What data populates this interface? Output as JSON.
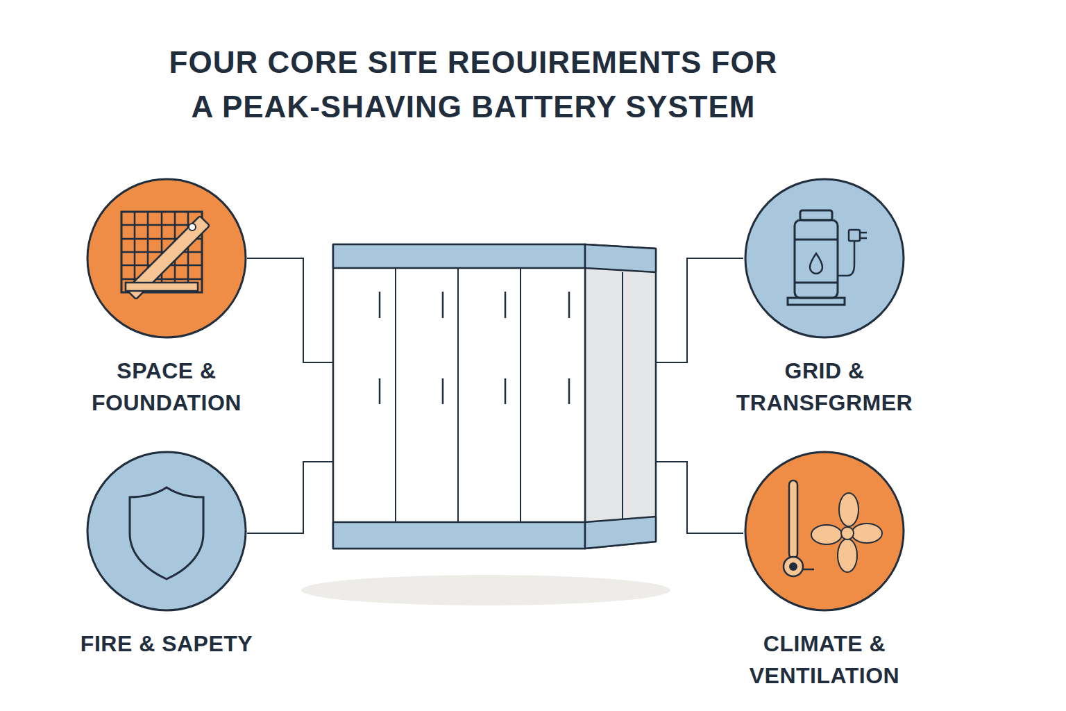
{
  "diagram": {
    "title": "FOUR CORE SITE REOUIREMENTS FOR A PEAK-SHAVING BATTERY SYSTEM",
    "nodes": [
      {
        "text": [
          "SPACE & FOUNDATION"
        ]
      },
      {
        "text": [
          "GRID & TRANSFGRMER"
        ]
      },
      {
        "text": [
          "FIRE & SAPETY"
        ]
      },
      {
        "text": [
          "CLIMATE & VENTILATION"
        ]
      }
    ]
  }
}
